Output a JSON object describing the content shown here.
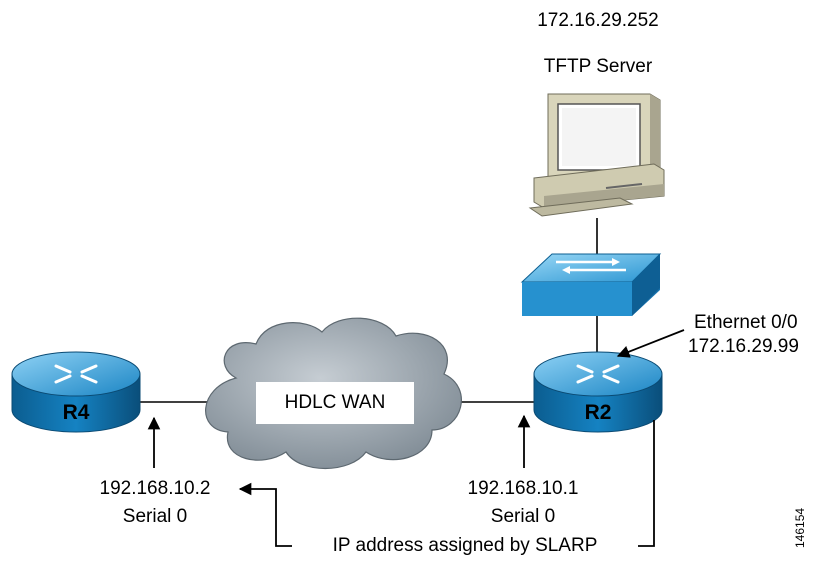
{
  "tftp": {
    "ip": "172.16.29.252",
    "label": "TFTP Server"
  },
  "wan": {
    "label": "HDLC WAN"
  },
  "r4": {
    "name": "R4",
    "ip": "192.168.10.2",
    "iface": "Serial 0"
  },
  "r2": {
    "name": "R2",
    "ip": "192.168.10.1",
    "iface": "Serial 0"
  },
  "ethernet": {
    "iface": "Ethernet 0/0",
    "ip": "172.16.29.99"
  },
  "note": "IP address assigned by SLARP",
  "figure_id": "146154",
  "colors": {
    "router": "#1f8fc8",
    "router_dark": "#0a4f7a",
    "switch": "#3aa3d8",
    "cloud": "#8f9aa3",
    "pc_beige": "#d4d0b4"
  }
}
